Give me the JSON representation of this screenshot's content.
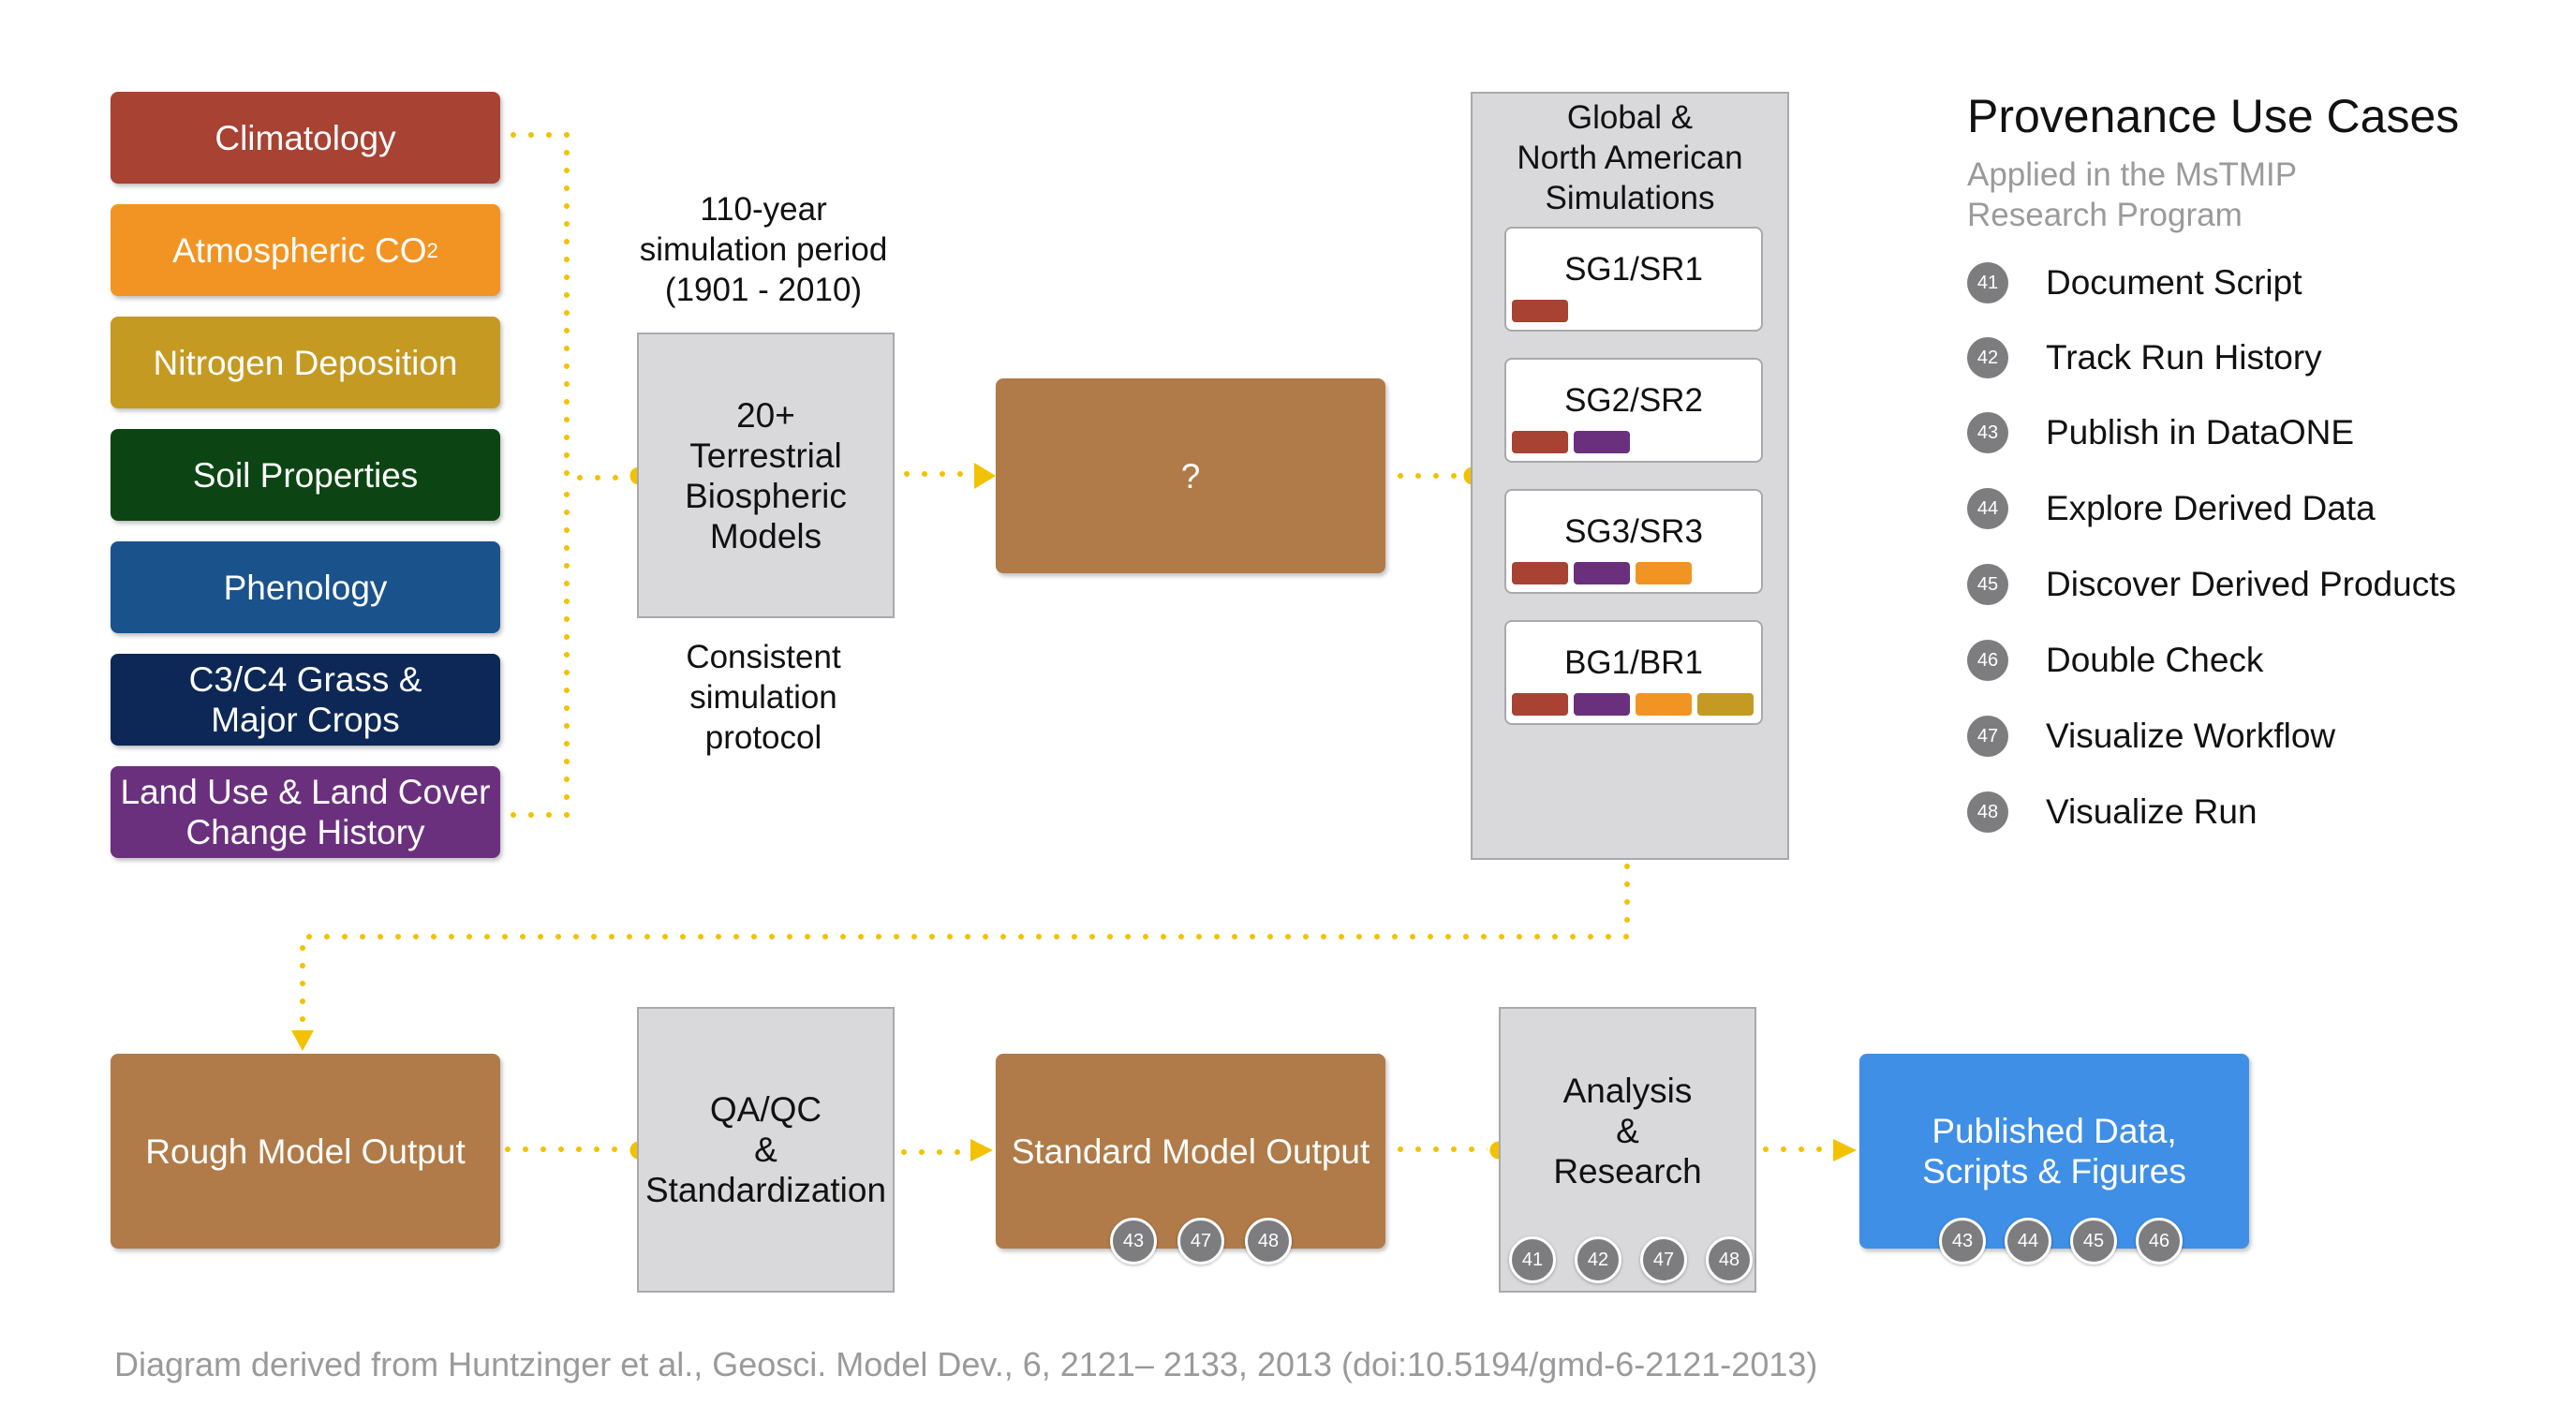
{
  "inputs": [
    {
      "label": "Climatology",
      "color": "#a84233"
    },
    {
      "label": "Atmospheric CO",
      "sub": "2",
      "color": "#f29423"
    },
    {
      "label": "Nitrogen Deposition",
      "color": "#c49a23"
    },
    {
      "label": "Soil Properties",
      "color": "#0c4513"
    },
    {
      "label": "Phenology",
      "color": "#1a528c"
    },
    {
      "label": "C3/C4 Grass &\nMajor Crops",
      "color": "#0d2856"
    },
    {
      "label": "Land Use & Land Cover\nChange History",
      "color": "#6a307e"
    }
  ],
  "period_note": "110-year\nsimulation period\n(1901 - 2010)",
  "models_box": "20+\nTerrestrial\nBiospheric\nModels",
  "protocol_note": "Consistent\nsimulation\nprotocol",
  "unknown_box": "?",
  "simulations": {
    "title": "Global &\nNorth American\nSimulations",
    "items": [
      {
        "label": "SG1/SR1",
        "swatches": [
          "#a84233"
        ]
      },
      {
        "label": "SG2/SR2",
        "swatches": [
          "#a84233",
          "#6a307e"
        ]
      },
      {
        "label": "SG3/SR3",
        "swatches": [
          "#a84233",
          "#6a307e",
          "#f29423"
        ]
      },
      {
        "label": "BG1/BR1",
        "swatches": [
          "#a84233",
          "#6a307e",
          "#f29423",
          "#c49a23"
        ]
      }
    ]
  },
  "bottom": {
    "rough": "Rough Model Output",
    "qaqc": "QA/QC\n&\nStandardization",
    "standard": "Standard Model Output",
    "standard_badges": [
      "43",
      "47",
      "48"
    ],
    "analysis": "Analysis\n&\nResearch",
    "analysis_badges": [
      "41",
      "42",
      "47",
      "48"
    ],
    "published": "Published Data,\nScripts & Figures",
    "published_badges": [
      "43",
      "44",
      "45",
      "46"
    ]
  },
  "legend": {
    "title": "Provenance Use Cases",
    "subtitle": "Applied in the MsTMIP\nResearch Program",
    "items": [
      {
        "num": "41",
        "label": "Document Script"
      },
      {
        "num": "42",
        "label": "Track Run History"
      },
      {
        "num": "43",
        "label": "Publish in DataONE"
      },
      {
        "num": "44",
        "label": "Explore Derived Data"
      },
      {
        "num": "45",
        "label": "Discover Derived Products"
      },
      {
        "num": "46",
        "label": "Double Check"
      },
      {
        "num": "47",
        "label": "Visualize Workflow"
      },
      {
        "num": "48",
        "label": "Visualize Run"
      }
    ]
  },
  "citation": "Diagram derived from Huntzinger et al., Geosci. Model Dev., 6, 2121– 2133, 2013 (doi:10.5194/gmd-6-2121-2013)",
  "colors": {
    "connector": "#f2c200",
    "badge": "#7d7d7f"
  }
}
